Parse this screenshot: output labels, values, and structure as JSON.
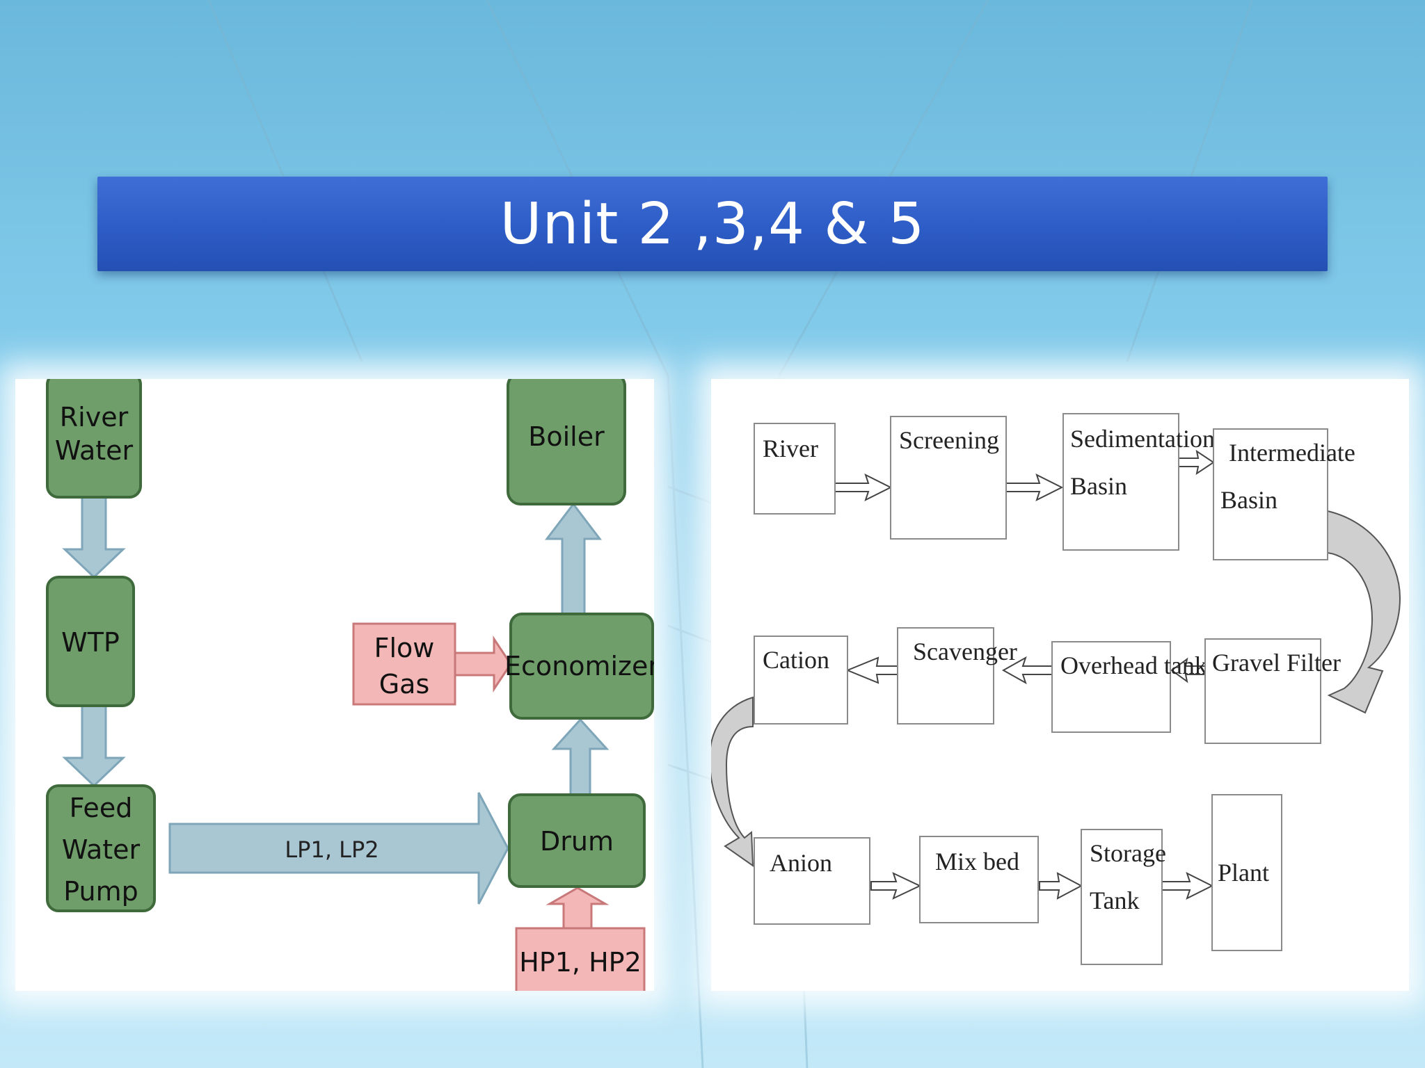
{
  "title": "Unit 2 ,3,4 & 5",
  "left_diagram": {
    "river_water": [
      "River",
      "Water"
    ],
    "wtp": "WTP",
    "feed_water_pump": [
      "Feed",
      "Water",
      "Pump"
    ],
    "boiler": "Boiler",
    "economizer": "Economizer",
    "flow_gas": [
      "Flow",
      "Gas"
    ],
    "drum": "Drum",
    "lp_label": "LP1, LP2",
    "hp_label": "HP1, HP2"
  },
  "right_diagram": {
    "river": "River",
    "screening": "Screening",
    "sedimentation_basin": [
      "Sedimentation",
      "Basin"
    ],
    "intermediate_basin": [
      "Intermediate",
      "Basin"
    ],
    "gravel_filter": "Gravel Filter",
    "overhead_tank": "Overhead tank",
    "scavenger": "Scavenger",
    "cation": "Cation",
    "anion": "Anion",
    "mix_bed": "Mix bed",
    "storage_tank": [
      "Storage",
      "Tank"
    ],
    "plant": "Plant"
  }
}
